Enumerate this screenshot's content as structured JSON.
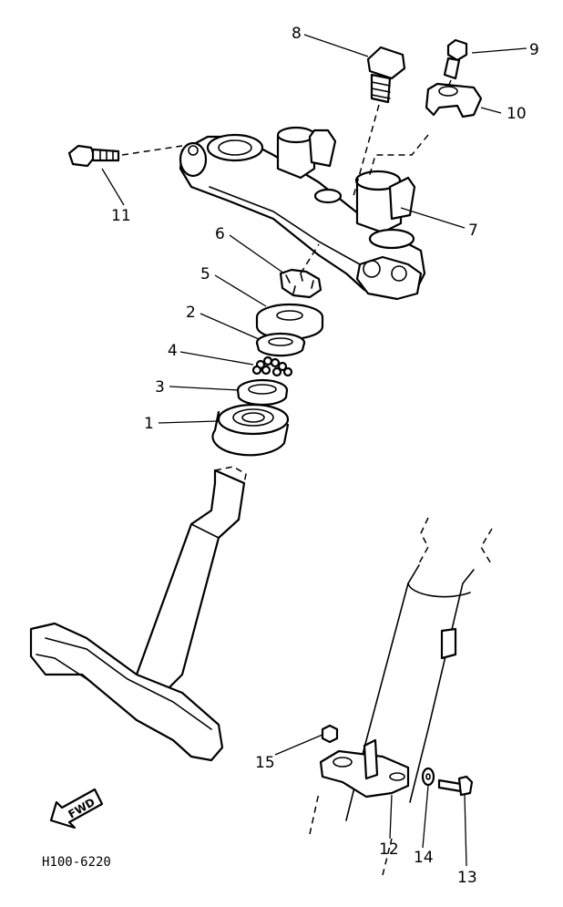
{
  "callouts": {
    "c1": "1",
    "c2": "2",
    "c3": "3",
    "c4": "4",
    "c5": "5",
    "c6": "6",
    "c7": "7",
    "c8": "8",
    "c9": "9",
    "c10": "10",
    "c11": "11",
    "c12": "12",
    "c13": "13",
    "c14": "14",
    "c15": "15"
  },
  "direction_label": "FWD",
  "drawing_code": "H100-6220",
  "colors": {
    "ink": "#000000",
    "paper": "#ffffff"
  }
}
